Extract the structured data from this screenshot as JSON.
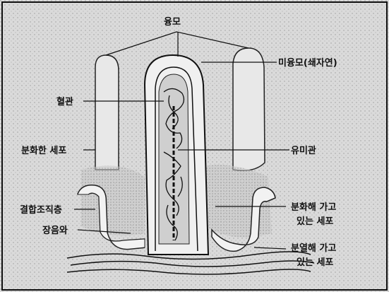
{
  "labels": {
    "villi": "융모",
    "microvilli": "미융모(쇄자연)",
    "blood_vessel": "혈관",
    "differentiated_cell": "분화한 세포",
    "lacteal": "유미관",
    "connective_tissue": "결합조직층",
    "crypt": "장음와",
    "differentiating_line1": "분화해 가고",
    "differentiating_line2": "있는 세포",
    "dividing_line1": "분열해 가고",
    "dividing_line2": "있는 세포"
  },
  "colors": {
    "background": "#d9d9d9",
    "ink": "#111111",
    "villus_fill": "#e6e6e6"
  }
}
